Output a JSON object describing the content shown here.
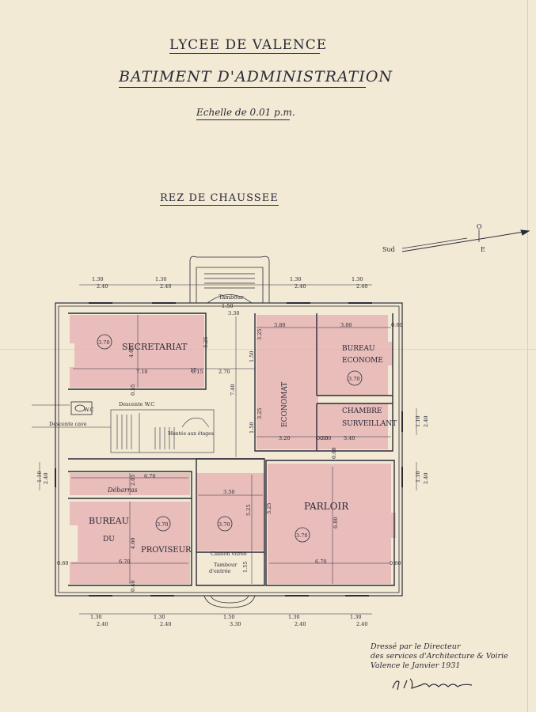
{
  "title": {
    "school": "LYCEE DE VALENCE",
    "building": "BATIMENT D'ADMINISTRATION",
    "scale": "Echelle de 0.01 p.m.",
    "floor": "REZ DE CHAUSSEE"
  },
  "compass": {
    "west": "Sud",
    "north": "O",
    "east": "E"
  },
  "rooms": {
    "secretariat": "SECRETARIAT",
    "economat": "ECONOMAT",
    "bureau_econome_1": "BUREAU",
    "bureau_econome_2": "ECONOME",
    "chambre_1": "CHAMBRE",
    "chambre_2": "SURVEILLANT",
    "debarras": "Débarras",
    "bureau_proviseur_1": "BUREAU",
    "bureau_proviseur_2": "DU",
    "bureau_proviseur_3": "PROVISEUR",
    "parloir": "PARLOIR",
    "tambour_top": "Tambour",
    "tambour_entree_1": "Tambour",
    "tambour_entree_2": "d'entrée",
    "claison": "Claison vitree",
    "wc": "W.C",
    "descente_wc": "Descente W.C",
    "descente_cave": "Descente cave",
    "montee": "Montée aux étages"
  },
  "ceiling_heights": [
    "3.70",
    "3.70",
    "3.70",
    "3.70",
    "3.70"
  ],
  "dimensions": {
    "win_top_1": "1.30",
    "win_top_1b": "2.40",
    "win_top_2": "1.30",
    "win_top_2b": "2.40",
    "win_top_3": "1.30",
    "win_top_3b": "2.40",
    "win_top_4": "1.30",
    "win_top_4b": "2.40",
    "tambour_w": "1.50",
    "tambour_wb": "3.30",
    "sec_w": "7.10",
    "sec_h": "4.05",
    "sec_wall": "0.15",
    "corr_w": "2.70",
    "corr_h": "7.40",
    "eco_w": "3.80",
    "bur_w": "3.80",
    "right_wall": "0.60",
    "cham_w": "3.40",
    "eco2_w": "3.20",
    "thin_30": "0.30",
    "h_325_a": "3.25",
    "h_325_b": "3.25",
    "h_325_c": "3.25",
    "h_325_d": "3.25",
    "h_150_a": "1.50",
    "h_150_b": "1.50",
    "deb_w": "6.70",
    "deb_h": "2.05",
    "prov_w": "6.70",
    "prov_h": "4.60",
    "left_wall": "0.60",
    "hall_w": "3.50",
    "hall_h": "5.25",
    "hall_h2": "1.55",
    "parl_w": "6.70",
    "parl_h": "6.80",
    "parl_wall": "0.60",
    "side_1": "1.10",
    "side_1b": "2.40",
    "side_2": "1.10",
    "side_2b": "2.40",
    "side_3": "1.10",
    "side_3b": "2.40",
    "win_bot_1": "1.30",
    "win_bot_1b": "2.40",
    "win_bot_2": "1.30",
    "win_bot_2b": "2.40",
    "win_bot_3": "1.50",
    "win_bot_3b": "3.30",
    "win_bot_4": "1.30",
    "win_bot_4b": "2.40",
    "win_bot_5": "1.30",
    "win_bot_5b": "2.40",
    "small_15": "15",
    "small_40": "0.40",
    "small_55": "0.55",
    "small_50": "0.50",
    "small_60": "0.60"
  },
  "credit": {
    "line1": "Dressé par le Directeur",
    "line2": "des services d'Architecture & Voirie",
    "line3": "Valence le          Janvier 1931"
  },
  "colors": {
    "paper": "#f2ead4",
    "room_fill": "#e8b8b8",
    "ink": "#2b2b3a"
  }
}
